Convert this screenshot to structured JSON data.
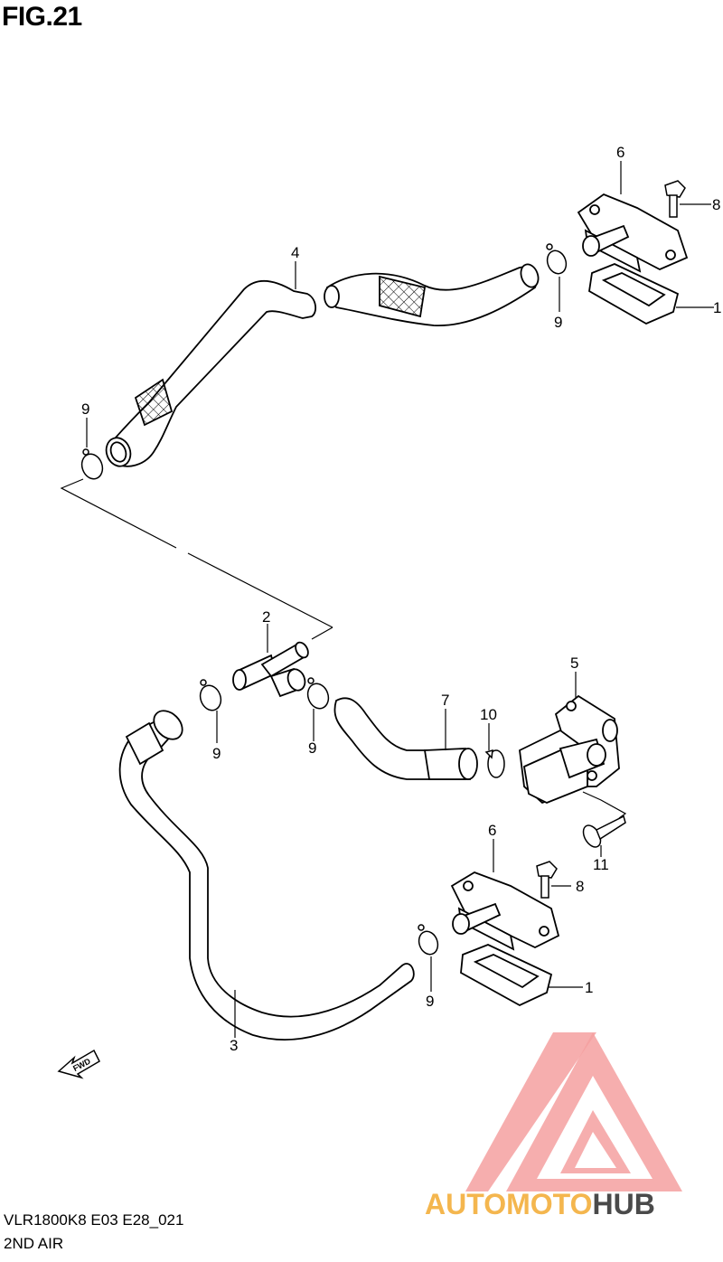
{
  "figure": {
    "title": "FIG.21"
  },
  "footer": {
    "model_code": "VLR1800K8 E03 E28_021",
    "section_name": "2ND AIR"
  },
  "fwd_label": "FWD",
  "watermark": {
    "part1": "AUTOMOTO",
    "part2": "HUB",
    "color_light": "#f4a94a",
    "color_dark": "#4a4a4a",
    "logo_color": "#f08080"
  },
  "callouts": {
    "c1": "1",
    "c1b": "1",
    "c2": "2",
    "c3": "3",
    "c4": "4",
    "c5": "5",
    "c6": "6",
    "c6b": "6",
    "c7": "7",
    "c8": "8",
    "c8b": "8",
    "c9a": "9",
    "c9b": "9",
    "c9c": "9",
    "c9d": "9",
    "c9e": "9",
    "c10": "10",
    "c11": "11"
  },
  "colors": {
    "line": "#000000",
    "background": "#ffffff"
  }
}
